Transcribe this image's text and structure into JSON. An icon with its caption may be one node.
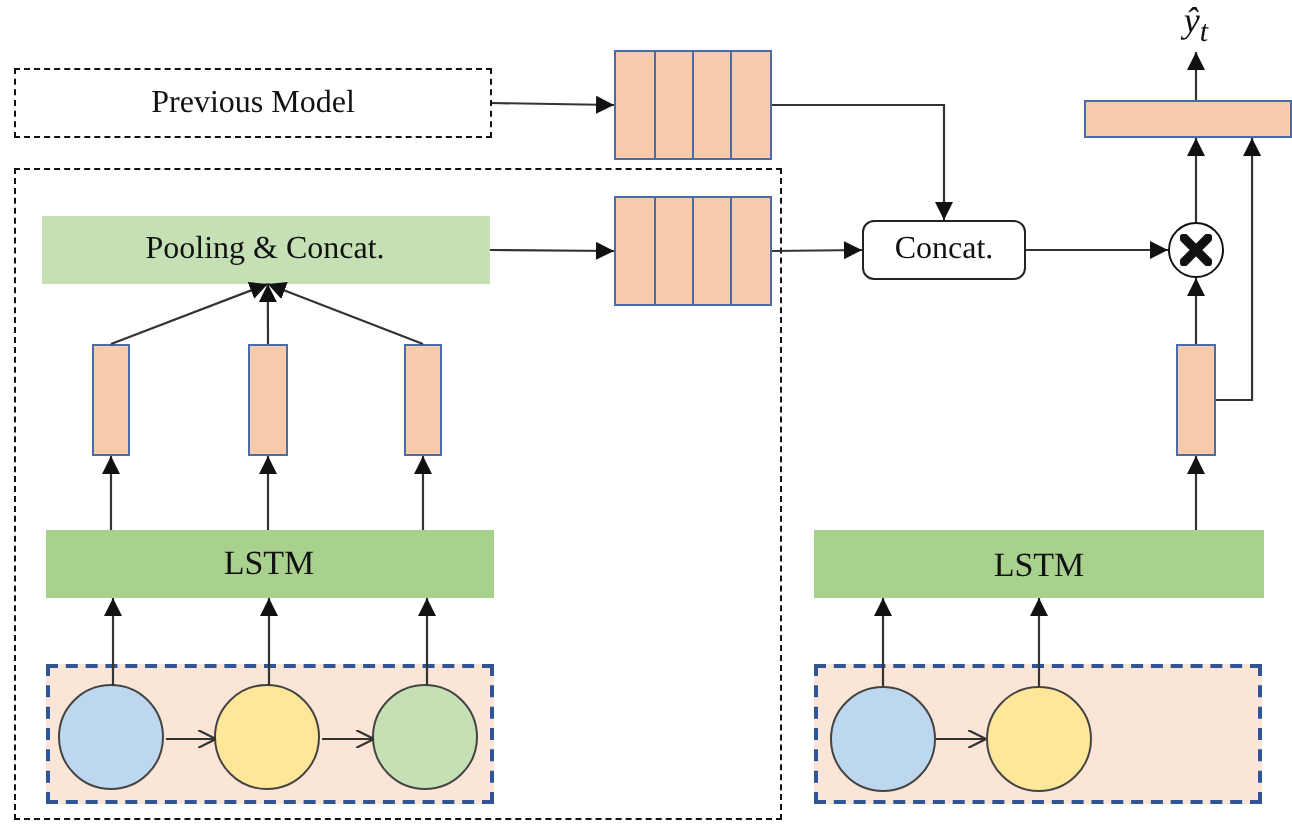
{
  "diagram": {
    "nodes": [
      {
        "text": [
          "Previous Model"
        ]
      },
      {
        "text": [],
        "shape": "box"
      },
      {
        "text": [
          "Pooling & Concat."
        ],
        "in": 1
      },
      {
        "text": [],
        "shape": "bar",
        "in": 1
      },
      {
        "text": [],
        "shape": "bar",
        "in": 1
      },
      {
        "text": [],
        "shape": "bar",
        "in": 1
      },
      {
        "text": [
          "LSTM"
        ],
        "in": 1
      },
      {
        "text": [],
        "shape": "box",
        "in": 1
      },
      {
        "text": [],
        "shape": "circle",
        "in": 7
      },
      {
        "text": [],
        "shape": "circle",
        "in": 7
      },
      {
        "text": [],
        "shape": "circle",
        "in": 7
      },
      {
        "text": [],
        "shape": "bar"
      },
      {
        "text": [],
        "shape": "bar",
        "in": 1
      },
      {
        "text": [
          "Concat."
        ]
      },
      {
        "text": [],
        "shape": "circle"
      },
      {
        "text": [],
        "shape": "bar"
      },
      {
        "text": [
          "LSTM"
        ]
      },
      {
        "text": [],
        "shape": "box"
      },
      {
        "text": [],
        "shape": "circle",
        "in": 17
      },
      {
        "text": [],
        "shape": "circle",
        "in": 17
      },
      {
        "text": [],
        "shape": "bar"
      },
      {
        "text": [
          "ŷ$_{t}$"
        ]
      }
    ],
    "edges": [
      {
        "from": 0,
        "to": 11,
        "arrow": "to"
      },
      {
        "from": 2,
        "to": 12,
        "arrow": "to"
      },
      {
        "from": 11,
        "to": 13,
        "arrow": "to"
      },
      {
        "from": 12,
        "to": 13,
        "arrow": "to"
      },
      {
        "from": 13,
        "to": 14,
        "arrow": "to"
      },
      {
        "from": 14,
        "to": 20,
        "arrow": "to"
      },
      {
        "from": 20,
        "to": 21,
        "arrow": "to"
      },
      {
        "from": 15,
        "to": 14,
        "arrow": "to"
      },
      {
        "from": 15,
        "to": 20,
        "arrow": "to"
      },
      {
        "from": 3,
        "to": 2,
        "arrow": "to"
      },
      {
        "from": 4,
        "to": 2,
        "arrow": "to"
      },
      {
        "from": 5,
        "to": 2,
        "arrow": "to"
      },
      {
        "from": 6,
        "to": 3,
        "arrow": "to"
      },
      {
        "from": 6,
        "to": 4,
        "arrow": "to"
      },
      {
        "from": 6,
        "to": 5,
        "arrow": "to"
      },
      {
        "from": 8,
        "to": 6,
        "arrow": "to"
      },
      {
        "from": 9,
        "to": 6,
        "arrow": "to"
      },
      {
        "from": 10,
        "to": 6,
        "arrow": "to"
      },
      {
        "from": 8,
        "to": 9,
        "arrow": "to"
      },
      {
        "from": 9,
        "to": 10,
        "arrow": "to"
      },
      {
        "from": 16,
        "to": 15,
        "arrow": "to"
      },
      {
        "from": 18,
        "to": 16,
        "arrow": "to"
      },
      {
        "from": 19,
        "to": 16,
        "arrow": "to"
      },
      {
        "from": 18,
        "to": 19,
        "arrow": "to"
      }
    ]
  }
}
